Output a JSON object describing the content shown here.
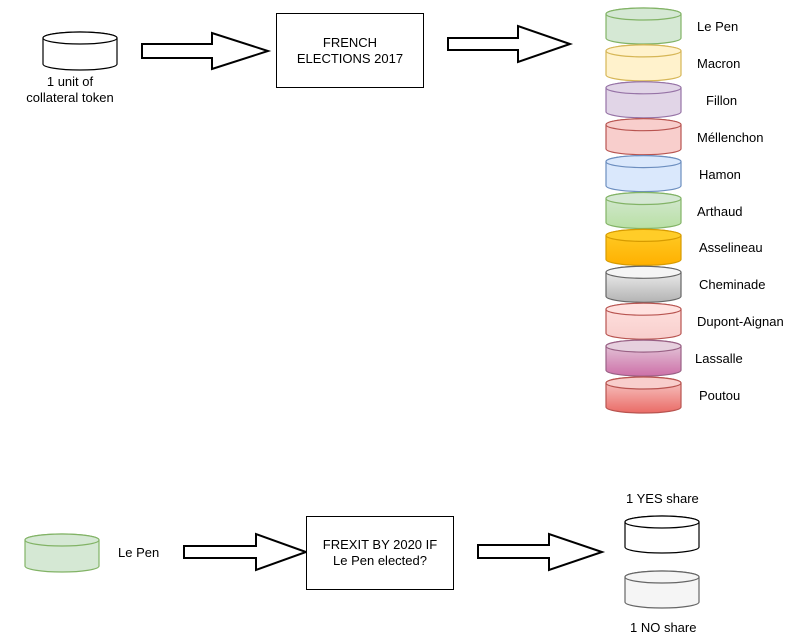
{
  "top": {
    "collateral": {
      "label_line1": "1 unit of",
      "label_line2": "collateral token",
      "fill": "#ffffff",
      "stroke": "#000000"
    },
    "event_box": {
      "line1": "FRENCH",
      "line2": "ELECTIONS 2017"
    },
    "outcomes": [
      {
        "label": "Le Pen",
        "fill": "#d5e8d4",
        "stroke": "#82b366"
      },
      {
        "label": "Macron",
        "fill": "#fff2cc",
        "stroke": "#d6b656"
      },
      {
        "label": "Fillon",
        "fill": "#e1d5e7",
        "stroke": "#9673a6"
      },
      {
        "label": "Méllenchon",
        "fill": "#f8cecc",
        "stroke": "#b85450"
      },
      {
        "label": "Hamon",
        "fill": "#dae8fc",
        "stroke": "#6c8ebf"
      },
      {
        "label": "Arthaud",
        "fill": "#b9e0a5",
        "stroke": "#82b366",
        "gradient_to": "#d5e8d4"
      },
      {
        "label": "Asselineau",
        "fill": "#ffb000",
        "stroke": "#d79b00",
        "gradient_to": "#ffcd28"
      },
      {
        "label": "Cheminade",
        "fill": "#b3b3b3",
        "stroke": "#666666",
        "gradient_to": "#f5f5f5"
      },
      {
        "label": "Dupont-Aignan",
        "fill": "#f8cecc",
        "stroke": "#b85450",
        "gradient_to": "#ffe2e0"
      },
      {
        "label": "Lassalle",
        "fill": "#cd70a8",
        "stroke": "#996185",
        "gradient_to": "#e6d0de"
      },
      {
        "label": "Poutou",
        "fill": "#ea6b66",
        "stroke": "#b85450",
        "gradient_to": "#f8cecc"
      }
    ]
  },
  "bottom": {
    "input": {
      "label": "Le Pen",
      "fill": "#d5e8d4",
      "stroke": "#82b366"
    },
    "event_box": {
      "line1": "FREXIT BY 2020 IF",
      "line2": "Le Pen elected?"
    },
    "yes_share": {
      "label": "1 YES share",
      "fill": "#ffffff",
      "stroke": "#000000"
    },
    "no_share": {
      "label": "1 NO share",
      "fill": "#f5f5f5",
      "stroke": "#666666"
    }
  }
}
